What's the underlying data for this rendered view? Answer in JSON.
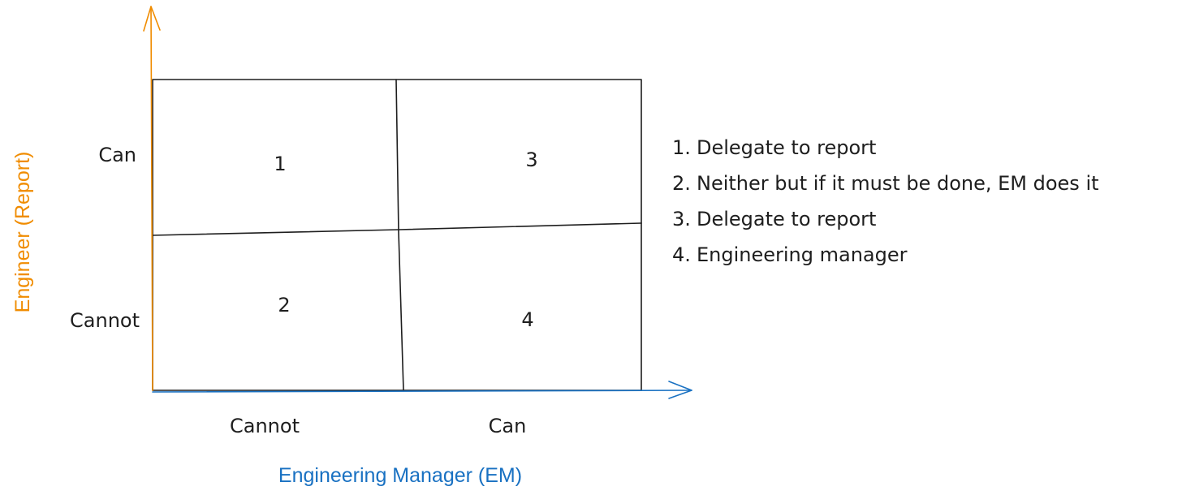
{
  "colors": {
    "y_axis": "#f08c00",
    "x_axis": "#1971c2",
    "stroke": "#1e1e1e"
  },
  "y_axis": {
    "title": "Engineer (Report)",
    "tick_top": "Can",
    "tick_bottom": "Cannot"
  },
  "x_axis": {
    "title": "Engineering Manager (EM)",
    "tick_left": "Cannot",
    "tick_right": "Can"
  },
  "quadrants": {
    "top_left": "1",
    "bottom_left": "2",
    "top_right": "3",
    "bottom_right": "4"
  },
  "legend": [
    {
      "num": "1.",
      "text": "Delegate to report"
    },
    {
      "num": "2.",
      "text": "Neither but if it must be done, EM does it"
    },
    {
      "num": "3.",
      "text": "Delegate to report"
    },
    {
      "num": "4.",
      "text": "Engineering manager"
    }
  ]
}
